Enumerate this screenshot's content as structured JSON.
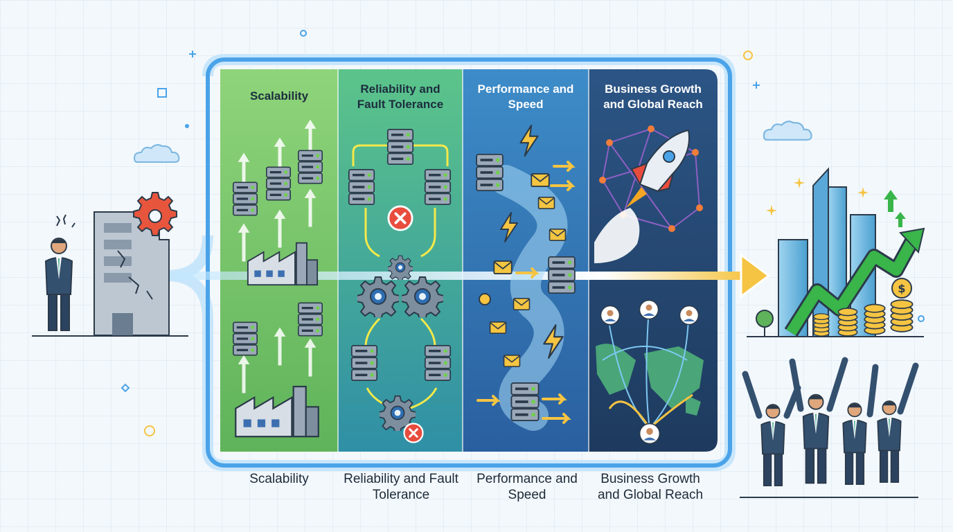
{
  "panels": [
    {
      "title": "Scalability",
      "caption": "Scalability",
      "icon": "server-stack-icon"
    },
    {
      "title": "Reliability and Fault Tolerance",
      "caption": "Reliability and Fault Tolerance",
      "icon": "gear-icon"
    },
    {
      "title": "Performance and Speed",
      "caption": "Performance and Speed",
      "icon": "lightning-icon"
    },
    {
      "title": "Business Growth and Global Reach",
      "caption": "Business Growth and Global Reach",
      "icon": "rocket-icon"
    }
  ],
  "colors": {
    "panel_1": "#7cc96a",
    "panel_2": "#3ea58f",
    "panel_3": "#2f6fb3",
    "panel_4": "#23466f",
    "frame": "#4aa3e8",
    "flow_arrow": "#f5c442",
    "growth_arrow": "#39b54a"
  }
}
